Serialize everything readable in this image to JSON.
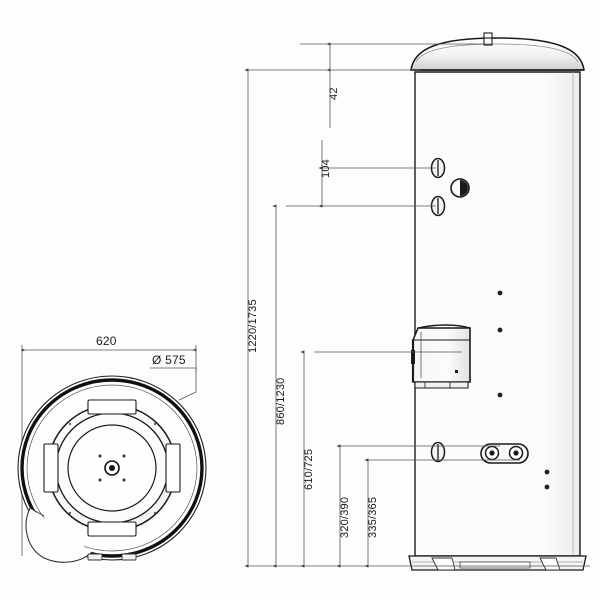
{
  "drawing": {
    "title": "Hot water cylinder technical dimension drawing",
    "background_color": "#fdfdfd",
    "line_color": "#1a1a1a",
    "dimension_line_color": "#555555",
    "units": "mm"
  },
  "top_view": {
    "name": "plan-view",
    "dimensions": {
      "overall_width": "620",
      "diameter": "Ø 575"
    }
  },
  "side_view": {
    "name": "elevation-view",
    "dimensions": {
      "top_stub_offset": "42",
      "port_spacing": "104",
      "overall_height": "1220/1735",
      "upper_port_height": "860/1230",
      "control_box_height": "610/725",
      "lower_port_height": "320/390",
      "twin_port_height": "335/365"
    },
    "components": {
      "dome_cap": "dome-cap",
      "vent_stub": "vent-stub",
      "upper_port_a": "upper-port-a",
      "upper_port_b": "upper-port-b",
      "gauge_plug": "gauge-plug",
      "control_box": "control-box",
      "sensor_points": "sensor-point",
      "lower_port": "lower-port",
      "twin_port_flange": "twin-port-flange",
      "base_plinth": "base-plinth"
    }
  },
  "labels": [
    {
      "id": "width-620",
      "text": "620",
      "orientation": "horizontal"
    },
    {
      "id": "diameter-575",
      "text": "Ø 575",
      "orientation": "horizontal"
    },
    {
      "id": "stub-42",
      "text": "42",
      "orientation": "vertical"
    },
    {
      "id": "spacing-104",
      "text": "104",
      "orientation": "vertical"
    },
    {
      "id": "height-1220-1735",
      "text": "1220/1735",
      "orientation": "vertical"
    },
    {
      "id": "height-860-1230",
      "text": "860/1230",
      "orientation": "vertical"
    },
    {
      "id": "height-610-725",
      "text": "610/725",
      "orientation": "vertical"
    },
    {
      "id": "height-320-390",
      "text": "320/390",
      "orientation": "vertical"
    },
    {
      "id": "height-335-365",
      "text": "335/365",
      "orientation": "vertical"
    }
  ]
}
